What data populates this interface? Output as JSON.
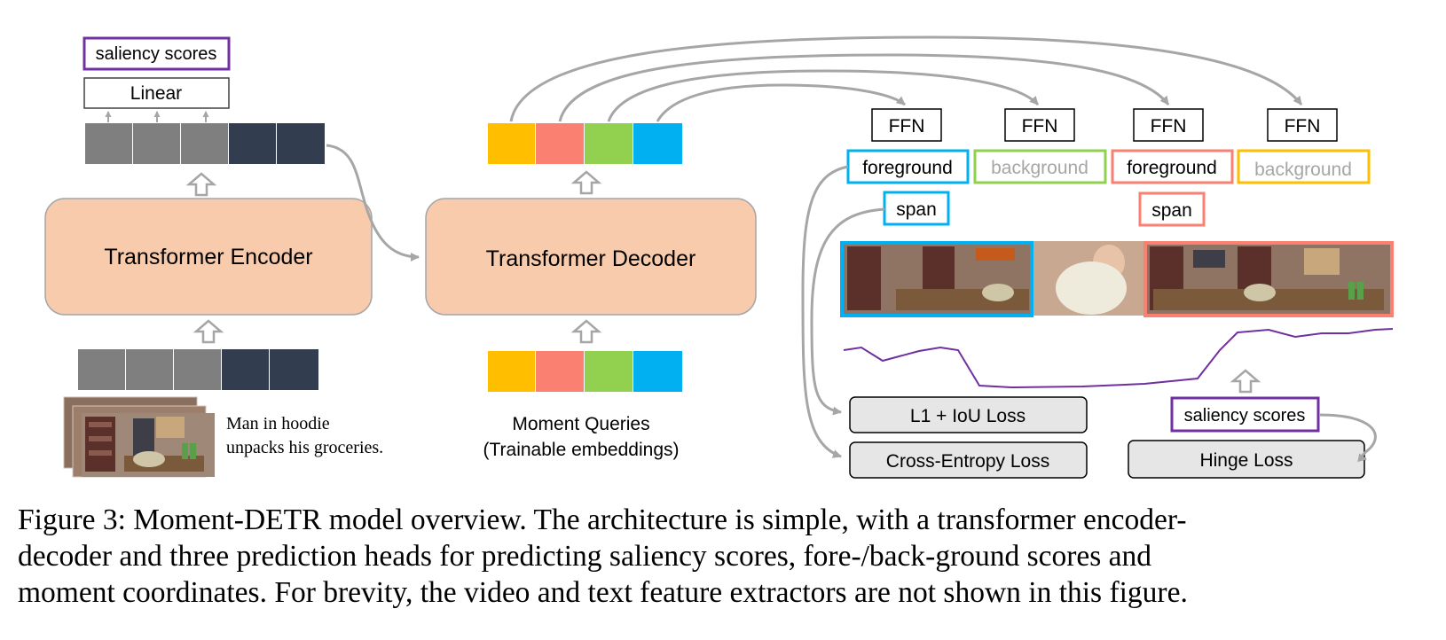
{
  "figure": {
    "encoder": {
      "label": "Transformer Encoder",
      "head_linear": "Linear",
      "head_saliency": "saliency scores",
      "video_text": [
        "Man in hoodie",
        "unpacks his groceries."
      ]
    },
    "decoder": {
      "label": "Transformer Decoder",
      "queries_label": [
        "Moment Queries",
        "(Trainable embeddings)"
      ],
      "query_colors": [
        "#FFBE00",
        "#FA8072",
        "#92D050",
        "#00B0F0"
      ]
    },
    "heads": {
      "ffn_labels": [
        "FFN",
        "FFN",
        "FFN",
        "FFN"
      ],
      "class_labels": [
        "foreground",
        "background",
        "foreground",
        "background"
      ],
      "span_labels": [
        "span",
        "span"
      ],
      "saliency_label": "saliency scores"
    },
    "losses": {
      "l1_iou": "L1 + IoU Loss",
      "cross_entropy": "Cross-Entropy Loss",
      "hinge": "Hinge Loss"
    },
    "colors": {
      "encoder_fill": "#F8CBAD",
      "light_token": "#7F7F7F",
      "dark_token": "#323E4F",
      "saliency_purple": "#7030A0",
      "loss_fill": "#E7E6E6"
    }
  },
  "caption": {
    "lines": [
      "Figure 3: Moment-DETR model overview. The architecture is simple, with a transformer encoder-",
      "decoder and three prediction heads for predicting saliency scores, fore-/back-ground scores and",
      "moment coordinates. For brevity, the video and text feature extractors are not shown in this figure."
    ]
  }
}
